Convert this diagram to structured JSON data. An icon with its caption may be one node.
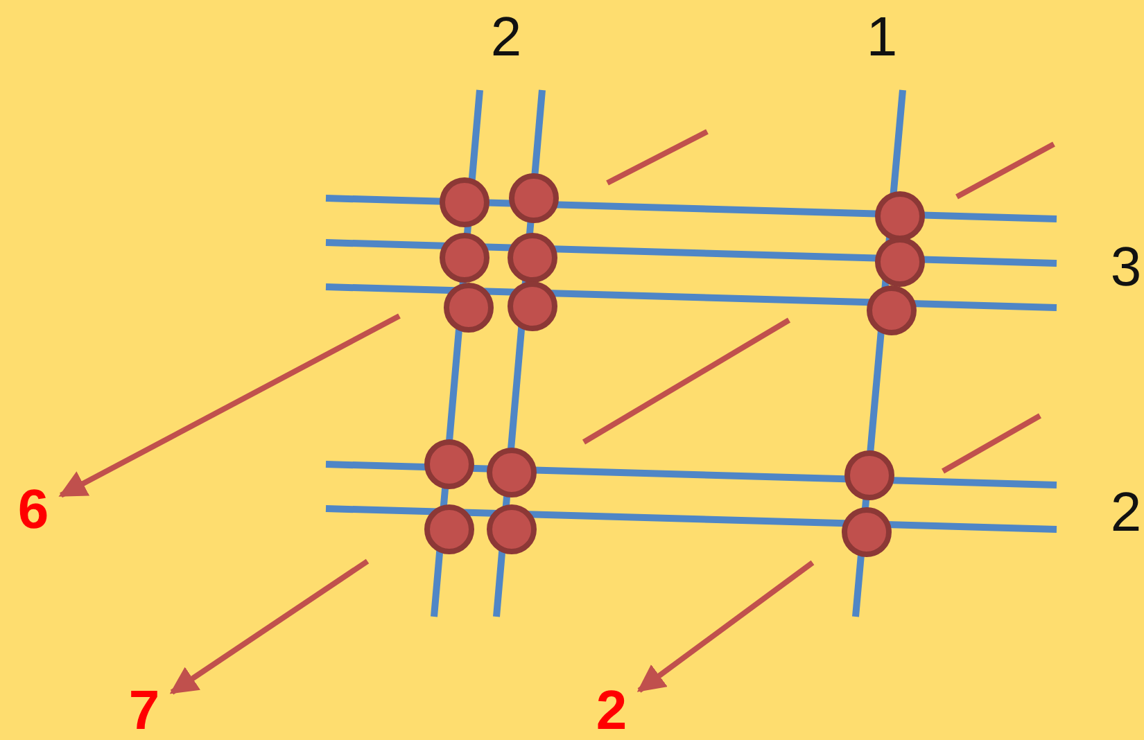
{
  "diagram": {
    "nodes": [
      {
        "text": [
          "6"
        ]
      },
      {
        "text": [
          "7"
        ]
      },
      {
        "text": [
          "2"
        ]
      }
    ],
    "edges": [
      {
        "from": null,
        "to": 0,
        "arrow": "to"
      },
      {
        "from": null,
        "to": 1,
        "arrow": "to"
      },
      {
        "from": null,
        "to": 2,
        "arrow": "to"
      }
    ],
    "labels": [
      "2",
      "1",
      "3",
      "2"
    ]
  }
}
